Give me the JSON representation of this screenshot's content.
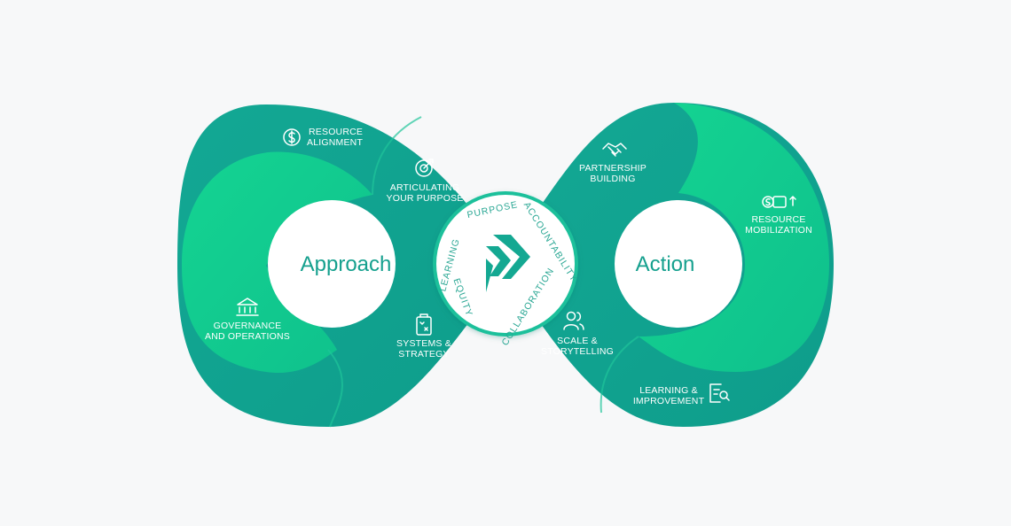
{
  "colors": {
    "dark_teal": "#12a592",
    "bright_green": "#10cc8e",
    "mid_teal": "#0fb694",
    "accent_text": "#15a08e",
    "background": "#f7f8f9"
  },
  "loops": {
    "left_title": "Approach",
    "right_title": "Action"
  },
  "segments": [
    {
      "key": "resource_alignment",
      "line1": "RESOURCE",
      "line2": "ALIGNMENT",
      "icon": "dollar-coin-icon"
    },
    {
      "key": "articulating_purpose",
      "line1": "ARTICULATING",
      "line2": "YOUR PURPOSE",
      "icon": "target-dart-icon"
    },
    {
      "key": "governance",
      "line1": "GOVERNANCE",
      "line2": "AND OPERATIONS",
      "icon": "bank-building-icon"
    },
    {
      "key": "systems_strategy",
      "line1": "SYSTEMS &",
      "line2": "STRATEGY",
      "icon": "clipboard-icon"
    },
    {
      "key": "partnership",
      "line1": "PARTNERSHIP",
      "line2": "BUILDING",
      "icon": "handshake-icon"
    },
    {
      "key": "resource_mobilization",
      "line1": "RESOURCE",
      "line2": "MOBILIZATION",
      "icon": "money-growth-icon"
    },
    {
      "key": "scale_storytelling",
      "line1": "SCALE &",
      "line2": "STORYTELLING",
      "icon": "people-icon"
    },
    {
      "key": "learning_improvement",
      "line1": "LEARNING &",
      "line2": "IMPROVEMENT",
      "icon": "document-search-icon"
    }
  ],
  "center_ring": {
    "words": [
      "PURPOSE",
      "ACCOUNTABILITY",
      "COLLABORATION",
      "EQUITY",
      "LEARNING"
    ],
    "logo_icon": "chevron-arrows-logo-icon"
  }
}
